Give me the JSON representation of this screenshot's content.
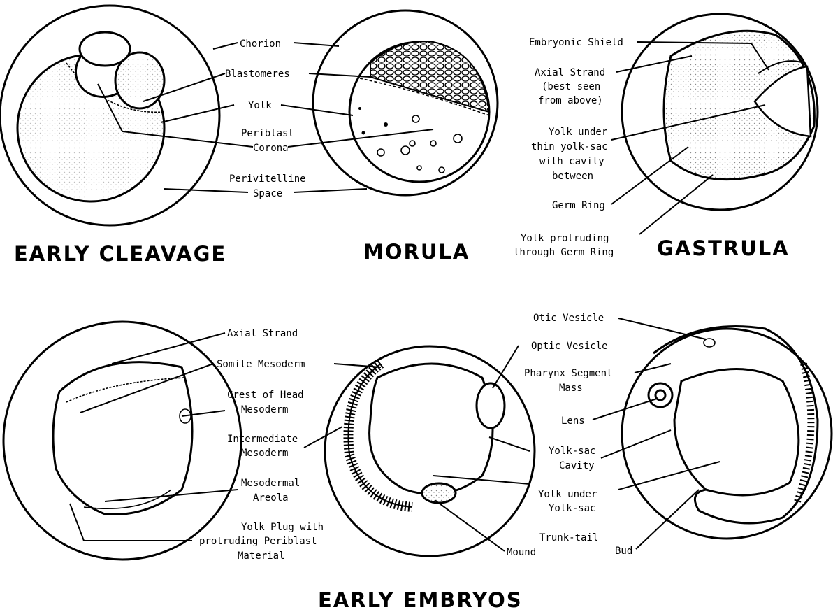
{
  "stages_top": {
    "early_cleavage": "EARLY CLEAVAGE",
    "morula": "MORULA",
    "gastrula": "GASTRULA"
  },
  "stages_bottom": {
    "early_embryos": "EARLY EMBRYOS"
  },
  "labels_top": {
    "chorion": "Chorion",
    "blastomeres": "Blastomeres",
    "yolk": "Yolk",
    "periblast_1": "Periblast",
    "periblast_2": "Corona",
    "perivitelline_1": "Perivitelline",
    "perivitelline_2": "Space",
    "embryonic_shield": "Embryonic Shield",
    "axial_strand_1": "Axial Strand",
    "axial_strand_2": "(best seen",
    "axial_strand_3": "from above)",
    "yolk_under_1": "Yolk under",
    "yolk_under_2": "thin yolk-sac",
    "yolk_under_3": "with cavity",
    "yolk_under_4": "between",
    "germ_ring": "Germ Ring",
    "yolk_protruding_1": "Yolk protruding",
    "yolk_protruding_2": "through Germ Ring"
  },
  "labels_bottom": {
    "axial_strand": "Axial Strand",
    "somite_mesoderm": "Somite Mesoderm",
    "crest_1": "Crest of Head",
    "crest_2": "Mesoderm",
    "intermediate_1": "Intermediate",
    "intermediate_2": "Mesoderm",
    "mesodermal_1": "Mesodermal",
    "mesodermal_2": "Areola",
    "yolk_plug_1": "Yolk Plug with",
    "yolk_plug_2": "protruding Periblast",
    "yolk_plug_3": "Material",
    "otic_vesicle": "Otic Vesicle",
    "optic_vesicle": "Optic Vesicle",
    "pharynx_1": "Pharynx Segment",
    "pharynx_2": "Mass",
    "lens": "Lens",
    "yolk_sac_cavity_1": "Yolk-sac",
    "yolk_sac_cavity_2": "Cavity",
    "yolk_under_sac_1": "Yolk under",
    "yolk_under_sac_2": "Yolk-sac",
    "trunk_tail_1": "Trunk-tail",
    "trunk_tail_2": "Bud",
    "mound": "Mound"
  }
}
